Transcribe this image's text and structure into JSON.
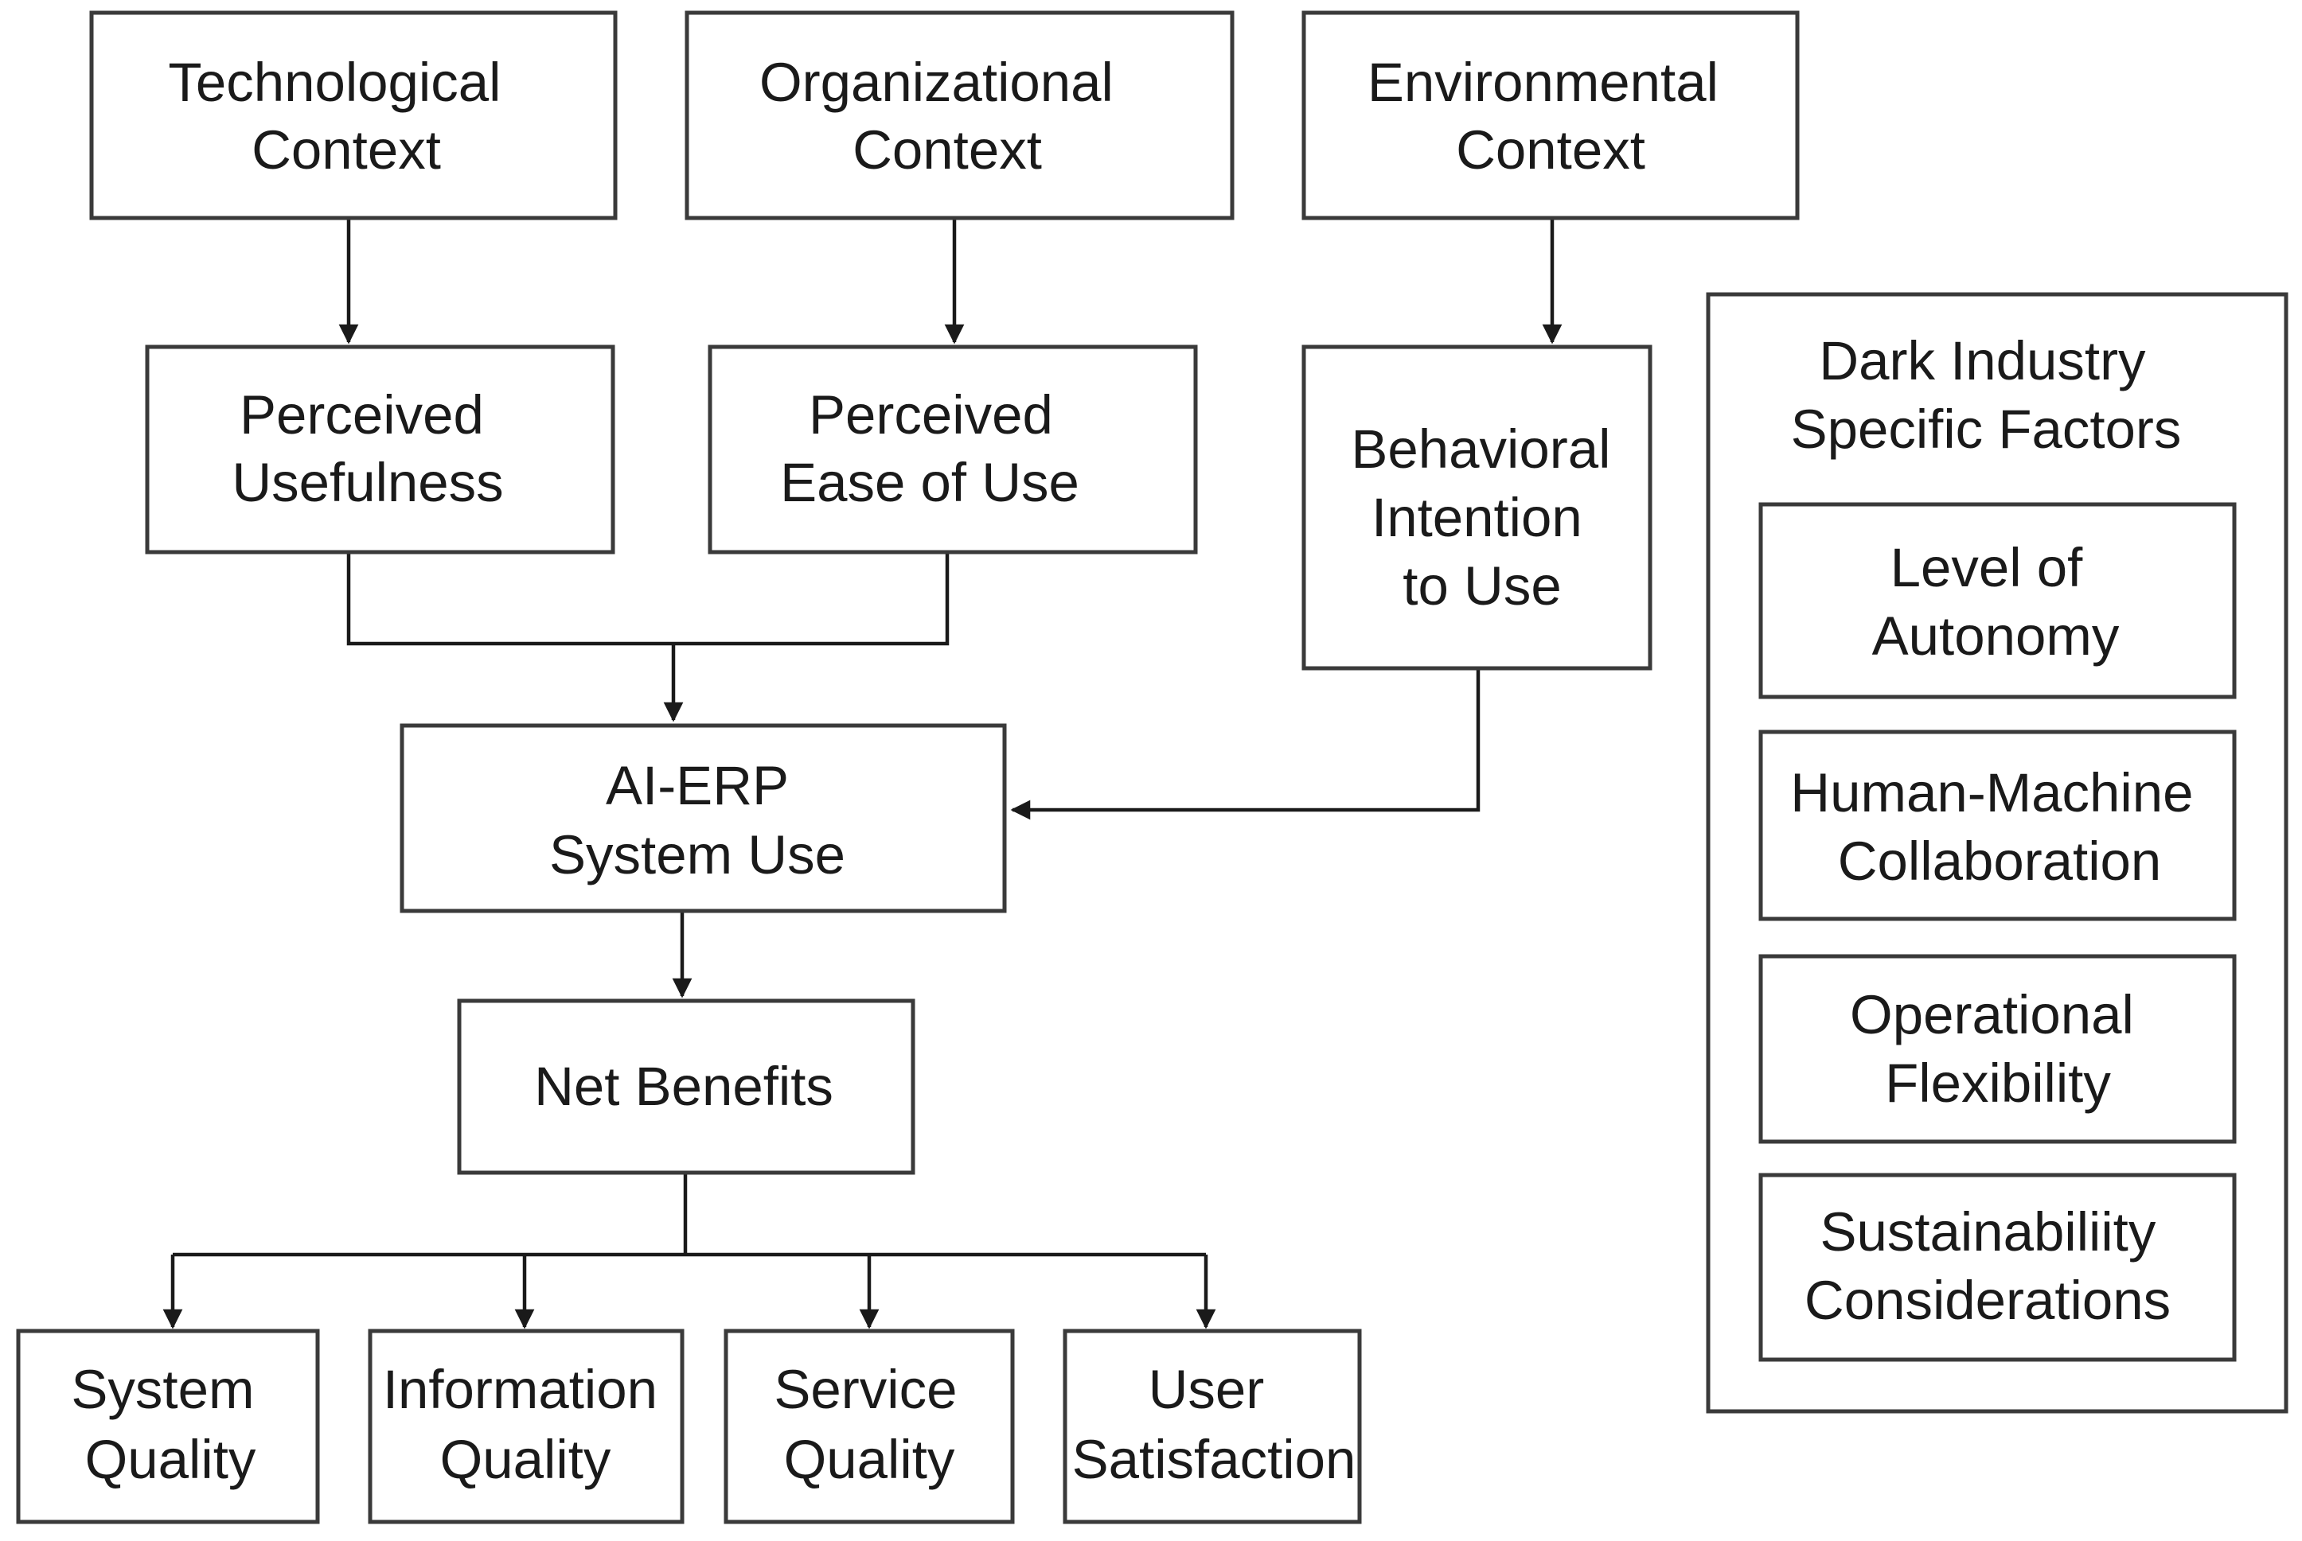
{
  "nodes": {
    "technological_context": {
      "lines": [
        "Technological",
        "Context"
      ]
    },
    "organizational_context": {
      "lines": [
        "Organizational",
        "Context"
      ]
    },
    "environmental_context": {
      "lines": [
        "Environmental",
        "Context"
      ]
    },
    "perceived_usefulness": {
      "lines": [
        "Perceived",
        "Usefulness"
      ]
    },
    "perceived_ease_of_use": {
      "lines": [
        "Perceived",
        "Ease of Use"
      ]
    },
    "behavioral_intention": {
      "lines": [
        "Behavioral",
        "Intention",
        "to Use"
      ]
    },
    "ai_erp_system_use": {
      "lines": [
        "AI-ERP",
        "System Use"
      ]
    },
    "net_benefits": {
      "lines": [
        "Net Benefits"
      ]
    },
    "system_quality": {
      "lines": [
        "System",
        "Quality"
      ]
    },
    "information_quality": {
      "lines": [
        "Information",
        "Quality"
      ]
    },
    "service_quality": {
      "lines": [
        "Service",
        "Quality"
      ]
    },
    "user_satisfaction": {
      "lines": [
        "User",
        "Satisfaction"
      ]
    }
  },
  "dark_industry_panel": {
    "title_lines": [
      "Dark Industry",
      "Specific Factors"
    ],
    "factors": {
      "level_of_autonomy": {
        "lines": [
          "Level of",
          "Autonomy"
        ]
      },
      "human_machine_collaboration": {
        "lines": [
          "Human-Machine",
          "Collaboration"
        ]
      },
      "operational_flexibility": {
        "lines": [
          "Operational",
          "Flexibility"
        ]
      },
      "sustainability_considerations": {
        "lines": [
          "Sustainabiliity",
          "Considerations"
        ]
      }
    }
  },
  "edges": [
    {
      "from": "technological_context",
      "to": "perceived_usefulness"
    },
    {
      "from": "organizational_context",
      "to": "perceived_ease_of_use"
    },
    {
      "from": "environmental_context",
      "to": "behavioral_intention"
    },
    {
      "from": "perceived_usefulness",
      "to": "ai_erp_system_use"
    },
    {
      "from": "perceived_ease_of_use",
      "to": "ai_erp_system_use"
    },
    {
      "from": "behavioral_intention",
      "to": "ai_erp_system_use"
    },
    {
      "from": "ai_erp_system_use",
      "to": "net_benefits"
    },
    {
      "from": "net_benefits",
      "to": "system_quality"
    },
    {
      "from": "net_benefits",
      "to": "information_quality"
    },
    {
      "from": "net_benefits",
      "to": "service_quality"
    },
    {
      "from": "net_benefits",
      "to": "user_satisfaction"
    }
  ]
}
